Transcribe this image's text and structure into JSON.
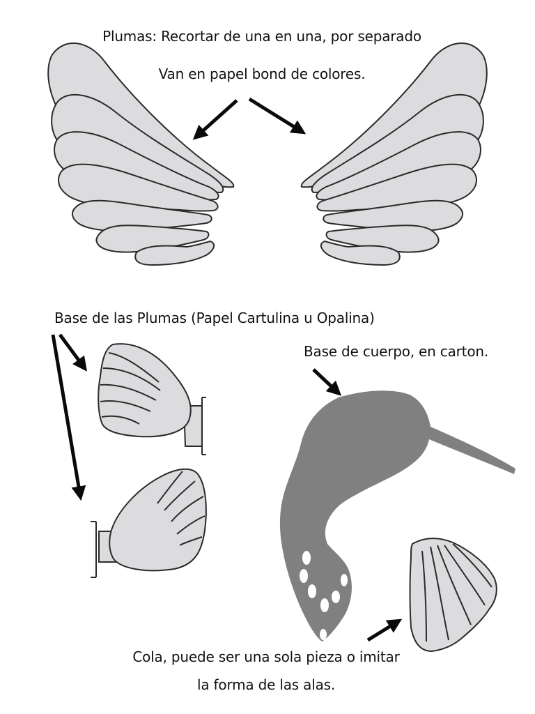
{
  "labels": {
    "feathers_line1": "Plumas: Recortar de una en una, por separado",
    "feathers_line2": "Van en papel bond de colores.",
    "feather_base": "Base de las Plumas (Papel Cartulina u Opalina)",
    "body_base": "Base de cuerpo, en carton.",
    "tail_line1": "Cola, puede ser una sola pieza o imitar",
    "tail_line2": "la forma de las alas."
  },
  "colors": {
    "feather_fill": "#dcdcdf",
    "outline": "#2a2a2a",
    "body_fill": "#808080",
    "arrow": "#0a0a0a"
  }
}
